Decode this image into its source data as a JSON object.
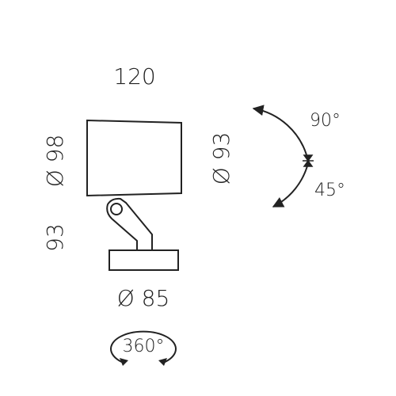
{
  "dimensions": {
    "width": "120",
    "head_diameter_left": "Ø 98",
    "head_diameter_right": "Ø 93",
    "height": "93",
    "base_diameter": "Ø 85"
  },
  "tilt": {
    "up_label": "90°",
    "down_label": "45°"
  },
  "rotation": {
    "label": "360°"
  },
  "colors": {
    "line": "#222222",
    "background": "#ffffff"
  }
}
